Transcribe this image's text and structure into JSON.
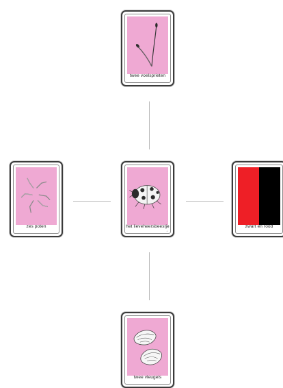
{
  "cards": {
    "top": {
      "label": "twee voelsprieten",
      "icon": "antennae-icon"
    },
    "left": {
      "label": "zes poten",
      "icon": "legs-icon"
    },
    "center": {
      "label": "het lieveheersbeestje",
      "icon": "ladybug-icon"
    },
    "right": {
      "label": "zwart en rood",
      "icon": "red-black-colors-icon",
      "colors": [
        "#ee1f26",
        "#000000"
      ]
    },
    "bottom": {
      "label": "twee vleugels",
      "icon": "wings-icon"
    }
  },
  "colors": {
    "card_background": "#efa9d3",
    "connector": "#b9b9b9"
  }
}
